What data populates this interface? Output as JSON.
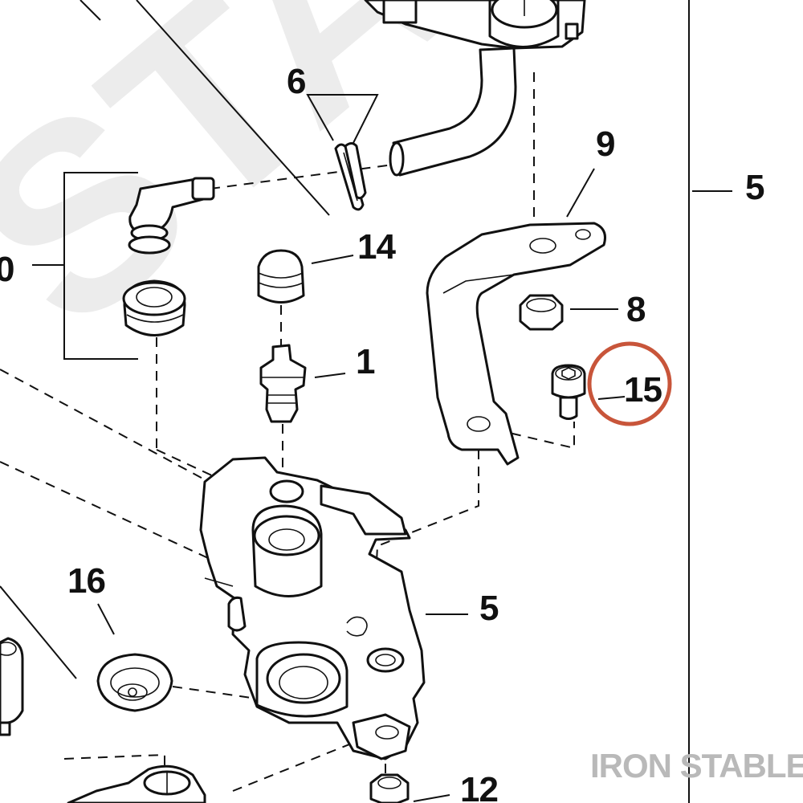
{
  "callouts": {
    "c6": "6",
    "c9": "9",
    "c5_top": "5",
    "c0": "0",
    "c14": "14",
    "c8": "8",
    "c1": "1",
    "c15": "15",
    "c16": "16",
    "c5_mid": "5",
    "c12": "12"
  },
  "watermark": {
    "brand": "IRON STABLE",
    "background_letters": "STA"
  },
  "colors": {
    "line": "#111111",
    "highlight_circle": "#c8553a",
    "watermark": "#b9b9b9",
    "background_watermark": "#ececec"
  }
}
